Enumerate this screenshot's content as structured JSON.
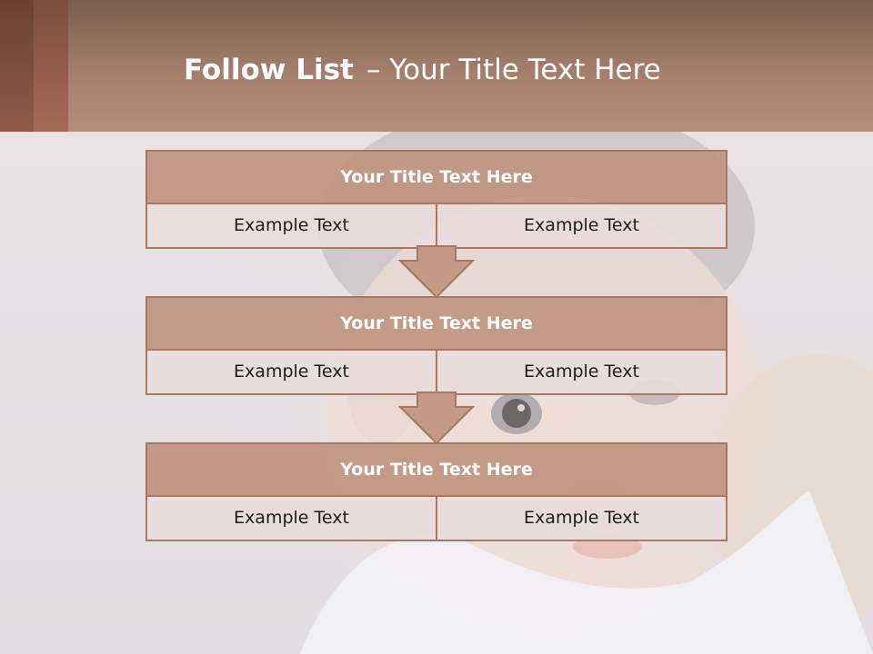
{
  "header": {
    "title_bold": "Follow List",
    "title_dash": "–",
    "title_rest": "Your Title Text Here"
  },
  "boxes": [
    {
      "title": "Your Title Text Here",
      "left": "Example Text",
      "right": "Example Text"
    },
    {
      "title": "Your Title Text Here",
      "left": "Example Text",
      "right": "Example Text"
    },
    {
      "title": "Your Title Text Here",
      "left": "Example Text",
      "right": "Example Text"
    }
  ],
  "colors": {
    "header": "#a57e6d",
    "stripe_dark": "#6a4130",
    "stripe_mid": "#8f5c47",
    "box_border": "#a87866",
    "box_head": "#be917d",
    "box_cell": "#ebdcdc"
  }
}
